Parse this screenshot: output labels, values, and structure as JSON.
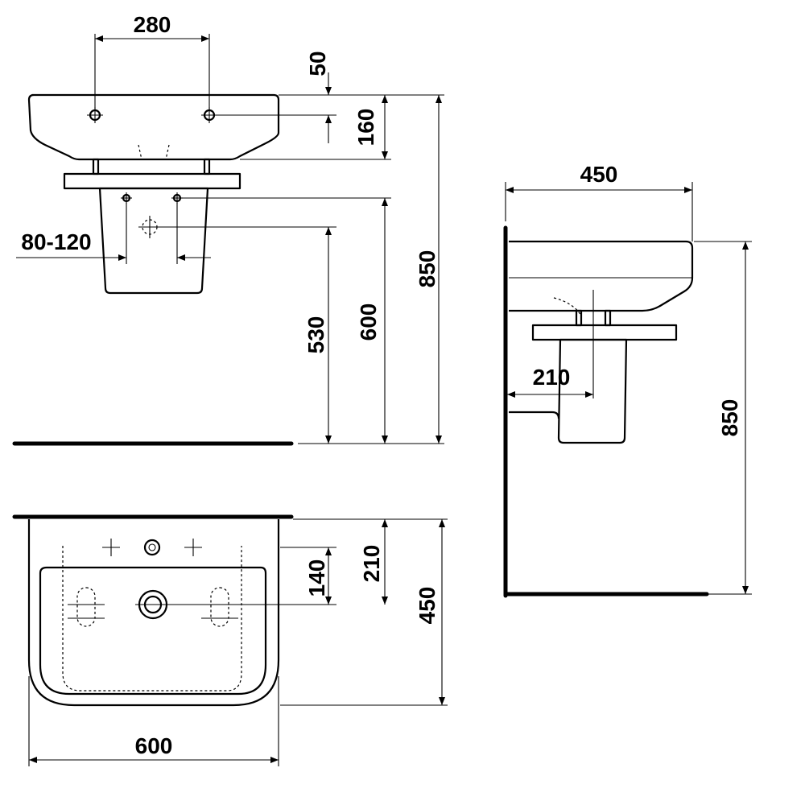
{
  "title": "",
  "views": {
    "front": {
      "dim_tap_spacing": "280",
      "dim_top_offset": "50",
      "dim_basin_height": "160",
      "dim_total_height": "850",
      "dim_waste_centres": "80-120",
      "dim_waste_height": "530",
      "dim_bracket_height": "600"
    },
    "side": {
      "dim_depth": "450",
      "dim_total_height": "850",
      "dim_trap_offset": "210"
    },
    "top": {
      "dim_fixing_depth": "140",
      "dim_waste_depth": "210",
      "dim_depth": "450",
      "dim_width": "600"
    }
  }
}
